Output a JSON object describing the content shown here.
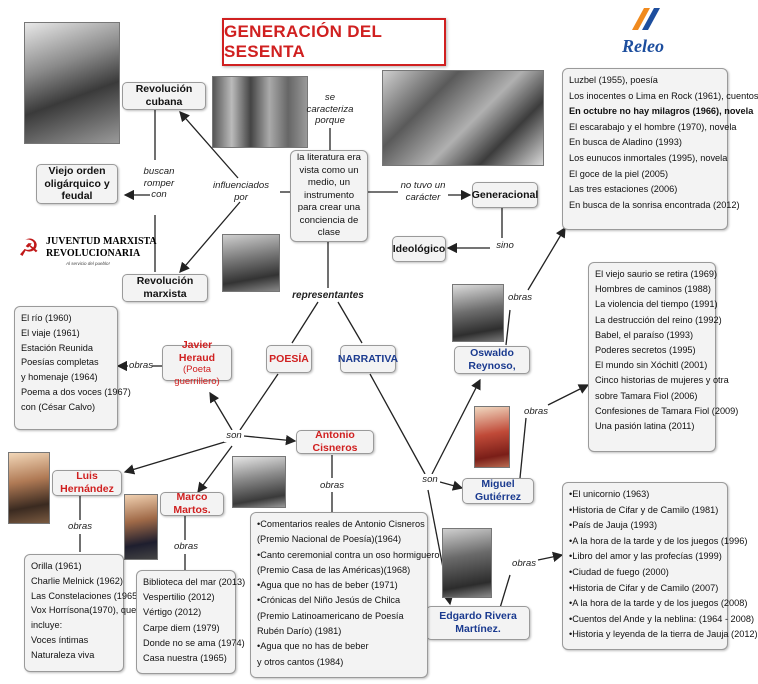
{
  "title": "GENERACIÓN DEL SESENTA",
  "brand": {
    "name": "Releo"
  },
  "logo_jm": {
    "line1": "JUVENTUD MARXISTA",
    "line2": "REVOLUCIONARIA",
    "tagline": "Al servicio del pueblo!"
  },
  "center": {
    "text": "la literatura era vista como un medio, un instrumento para crear una conciencia de clase"
  },
  "nodes": {
    "cuba": "Revolución cubana",
    "viejo": "Viejo orden oligárquico y feudal",
    "marxista": "Revolución marxista",
    "generacional": "Generacional",
    "ideologico": "Ideológico",
    "poesia": "POESÍA",
    "narrativa": "NARRATIVA",
    "heraud": "Javier Heraud",
    "heraud_sub": "(Poeta guerrillero)",
    "cisneros": "Antonio Cisneros",
    "hernandez": "Luis Hernández",
    "martos": "Marco Martos.",
    "reynoso": "Oswaldo Reynoso,",
    "gutierrez": "Miguel Gutiérrez",
    "rivera": "Edgardo Rivera Martínez."
  },
  "labels": {
    "caracteriza": "se caracteriza porque",
    "influenciados": "influenciados por",
    "buscan": "buscan romper con",
    "no_tuvo": "no tuvo un carácter",
    "sino": "sino",
    "representantes": "representantes",
    "obras": "obras",
    "son": "son"
  },
  "lists": {
    "reynoso": [
      "Luzbel (1955), poesía",
      "Los inocentes o Lima en Rock (1961), cuentos",
      "En octubre no hay milagros (1966), novela",
      "El escarabajo y el hombre (1970), novela",
      "En busca de Aladino (1993)",
      "Los eunucos inmortales (1995), novela",
      "El goce de la piel (2005)",
      "Las tres estaciones (2006)",
      "En busca de la sonrisa encontrada (2012)"
    ],
    "heraud": [
      "El río (1960)",
      "El viaje (1961)",
      "Estación Reunida",
      "Poesías completas",
      "y homenaje (1964)",
      "Poema a dos voces (1967)",
      " con (César Calvo)"
    ],
    "gutierrez": [
      "El viejo saurio se retira (1969)",
      "Hombres de caminos (1988)",
      "La violencia del tiempo (1991)",
      "La destrucción del reino (1992)",
      "Babel, el paraíso (1993)",
      "Poderes secretos (1995)",
      "El mundo sin Xóchitl (2001)",
      "Cinco historias de mujeres y otra",
      "sobre Tamara Fiol (2006)",
      "Confesiones de Tamara Fiol (2009)",
      "Una pasión latina (2011)"
    ],
    "rivera": [
      "•El unicornio (1963)",
      "•Historia de Cifar y de Camilo (1981)",
      "•País de Jauja (1993)",
      "•A la hora de la tarde y de los juegos (1996)",
      "•Libro del amor y las profecías (1999)",
      "•Ciudad de fuego (2000)",
      "•Historia de Cifar y de Camilo (2007)",
      "•A la hora de la tarde y de los juegos (2008)",
      "•Cuentos del Ande y la neblina: (1964 - 2008)",
      "•Historia y leyenda de la tierra de Jauja (2012)"
    ],
    "cisneros": [
      "•Comentarios reales de Antonio Cisneros",
      " (Premio Nacional de Poesía)(1964)",
      "•Canto ceremonial contra un oso hormiguero",
      " (Premio Casa de las Américas)(1968)",
      "•Agua que no has de beber (1971)",
      "•Crónicas del Niño Jesús de Chilca",
      " (Premio Latinoamericano de Poesía",
      " Rubén Darío) (1981)",
      "•Agua que no has de beber",
      " y otros cantos (1984)"
    ],
    "hernandez": [
      "Orilla (1961)",
      "Charlie Melnick (1962)",
      "Las Constelaciones (1965)",
      "Vox Horrísona(1970), que",
      "incluye:",
      "Voces íntimas",
      "Naturaleza viva"
    ],
    "martos": [
      "Biblioteca del mar (2013)",
      "Vespertilio (2012)",
      "Vértigo (2012)",
      "Carpe diem (1979)",
      "Donde no se ama (1974)",
      "Casa nuestra (1965)"
    ]
  },
  "colors": {
    "accent_red": "#d02020",
    "accent_blue": "#1a3a8f"
  }
}
